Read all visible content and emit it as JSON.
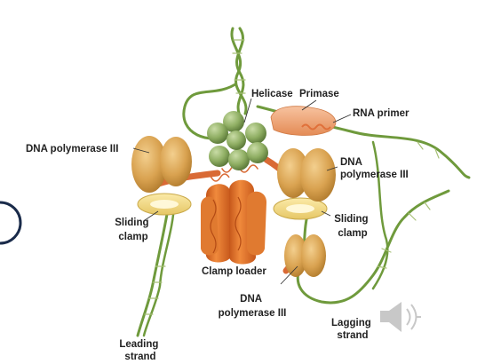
{
  "labels": {
    "helicase": "Helicase",
    "primase": "Primase",
    "rna_primer": "RNA primer",
    "dna_pol_left": "DNA polymerase III",
    "dna_pol_right_1": "DNA",
    "dna_pol_right_2": "polymerase III",
    "dna_pol_bottom_1": "DNA",
    "dna_pol_bottom_2": "polymerase III",
    "sliding_clamp_left_1": "Sliding",
    "sliding_clamp_left_2": "clamp",
    "sliding_clamp_right_1": "Sliding",
    "sliding_clamp_right_2": "clamp",
    "clamp_loader": "Clamp loader",
    "leading_strand_1": "Leading",
    "leading_strand_2": "strand",
    "lagging_strand_1": "Lagging",
    "lagging_strand_2": "strand"
  },
  "icons": {
    "speaker": "speaker-icon"
  },
  "colors": {
    "dna_strand": "#6f9a3c",
    "dna_rung": "#a8c078",
    "polymerase": "#d9a250",
    "helicase": "#8fae63",
    "primase": "#f0a676",
    "clamp": "#f3dc8c",
    "clamp_loader": "#e8711f",
    "protein_link": "#d96a35"
  }
}
